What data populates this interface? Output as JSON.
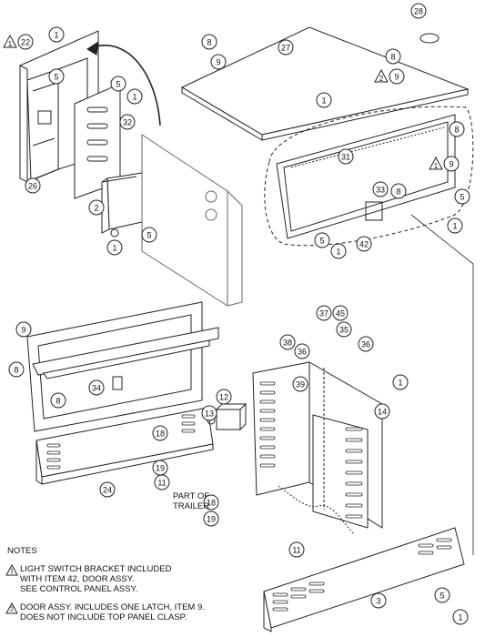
{
  "callouts": [
    {
      "num": "22",
      "warn": "1"
    },
    {
      "num": "1"
    },
    {
      "num": "5"
    },
    {
      "num": "5"
    },
    {
      "num": "1"
    },
    {
      "num": "32"
    },
    {
      "num": "26"
    },
    {
      "num": "2"
    },
    {
      "num": "1"
    },
    {
      "num": "5"
    },
    {
      "num": "8"
    },
    {
      "num": "9"
    },
    {
      "num": "27"
    },
    {
      "num": "28"
    },
    {
      "num": "8"
    },
    {
      "num": "9",
      "warn": "2"
    },
    {
      "num": "1"
    },
    {
      "num": "8"
    },
    {
      "num": "31"
    },
    {
      "num": "9",
      "warn": "1"
    },
    {
      "num": "33"
    },
    {
      "num": "8"
    },
    {
      "num": "5"
    },
    {
      "num": "1"
    },
    {
      "num": "5"
    },
    {
      "num": "1"
    },
    {
      "num": "42"
    },
    {
      "num": "9"
    },
    {
      "num": "8"
    },
    {
      "num": "34"
    },
    {
      "num": "8"
    },
    {
      "num": "37"
    },
    {
      "num": "45"
    },
    {
      "num": "35"
    },
    {
      "num": "36"
    },
    {
      "num": "38"
    },
    {
      "num": "36"
    },
    {
      "num": "39"
    },
    {
      "num": "1"
    },
    {
      "num": "12"
    },
    {
      "num": "13"
    },
    {
      "num": "14"
    },
    {
      "num": "18"
    },
    {
      "num": "19"
    },
    {
      "num": "11"
    },
    {
      "num": "24"
    },
    {
      "num": "18"
    },
    {
      "num": "19"
    },
    {
      "num": "11"
    },
    {
      "num": "3"
    },
    {
      "num": "5"
    },
    {
      "num": "1"
    }
  ],
  "trailer_label": [
    "PART OF",
    "TRAILER"
  ],
  "notes": {
    "heading": "NOTES",
    "items": [
      {
        "marker": "1",
        "lines": [
          "LIGHT SWITCH BRACKET INCLUDED",
          "WITH ITEM 42, DOOR ASSY.",
          "SEE CONTROL PANEL ASSY."
        ]
      },
      {
        "marker": "2",
        "lines": [
          "DOOR ASSY. INCLUDES ONE LATCH, ITEM 9.",
          "DOES NOT INCLUDE TOP PANEL CLASP."
        ]
      }
    ]
  }
}
